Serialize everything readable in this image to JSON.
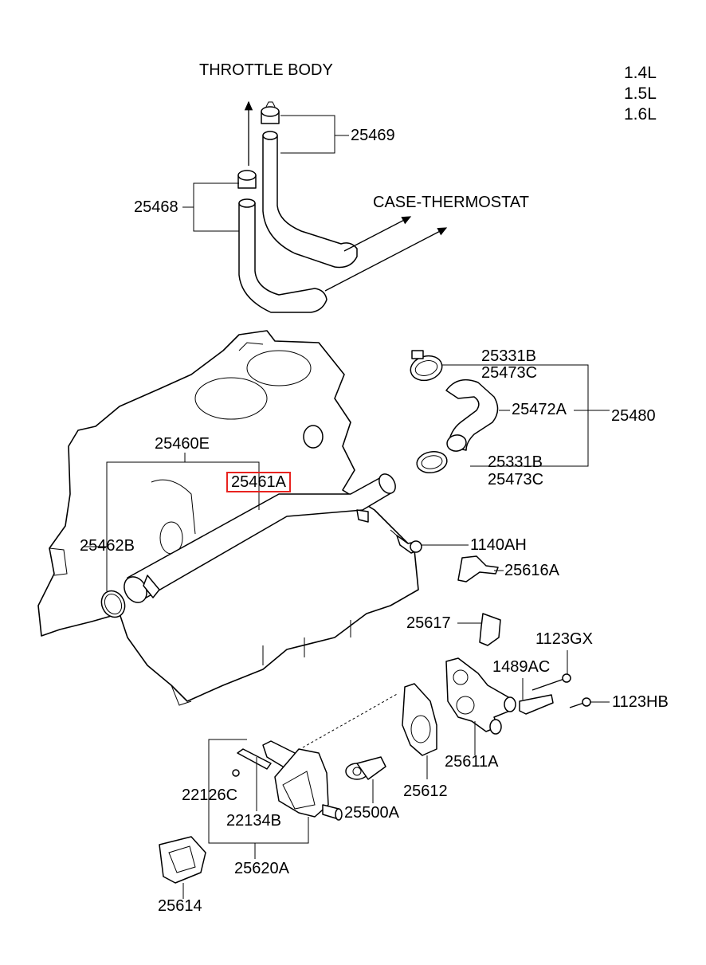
{
  "diagram": {
    "engine_variants": [
      "1.4L",
      "1.5L",
      "1.6L"
    ],
    "direction_labels": {
      "throttle_body": "THROTTLE BODY",
      "case_thermostat": "CASE-THERMOSTAT"
    },
    "highlighted_part": "25461A",
    "part_labels": {
      "p25469": "25469",
      "p25468": "25468",
      "p25331b_top": "25331B",
      "p25473c_top": "25473C",
      "p25472a": "25472A",
      "p25480": "25480",
      "p25331b_bot": "25331B",
      "p25473c_bot": "25473C",
      "p25460e": "25460E",
      "p25461a": "25461A",
      "p25462b": "25462B",
      "p1140ah": "1140AH",
      "p25616a": "25616A",
      "p25617": "25617",
      "p1123gx": "1123GX",
      "p1489ac": "1489AC",
      "p1123hb": "1123HB",
      "p25611a": "25611A",
      "p25612": "25612",
      "p25500a": "25500A",
      "p22126c": "22126C",
      "p22134b": "22134B",
      "p25620a": "25620A",
      "p25614": "25614"
    },
    "colors": {
      "highlight": "#e8231f",
      "line": "#000000",
      "background": "#ffffff"
    }
  }
}
